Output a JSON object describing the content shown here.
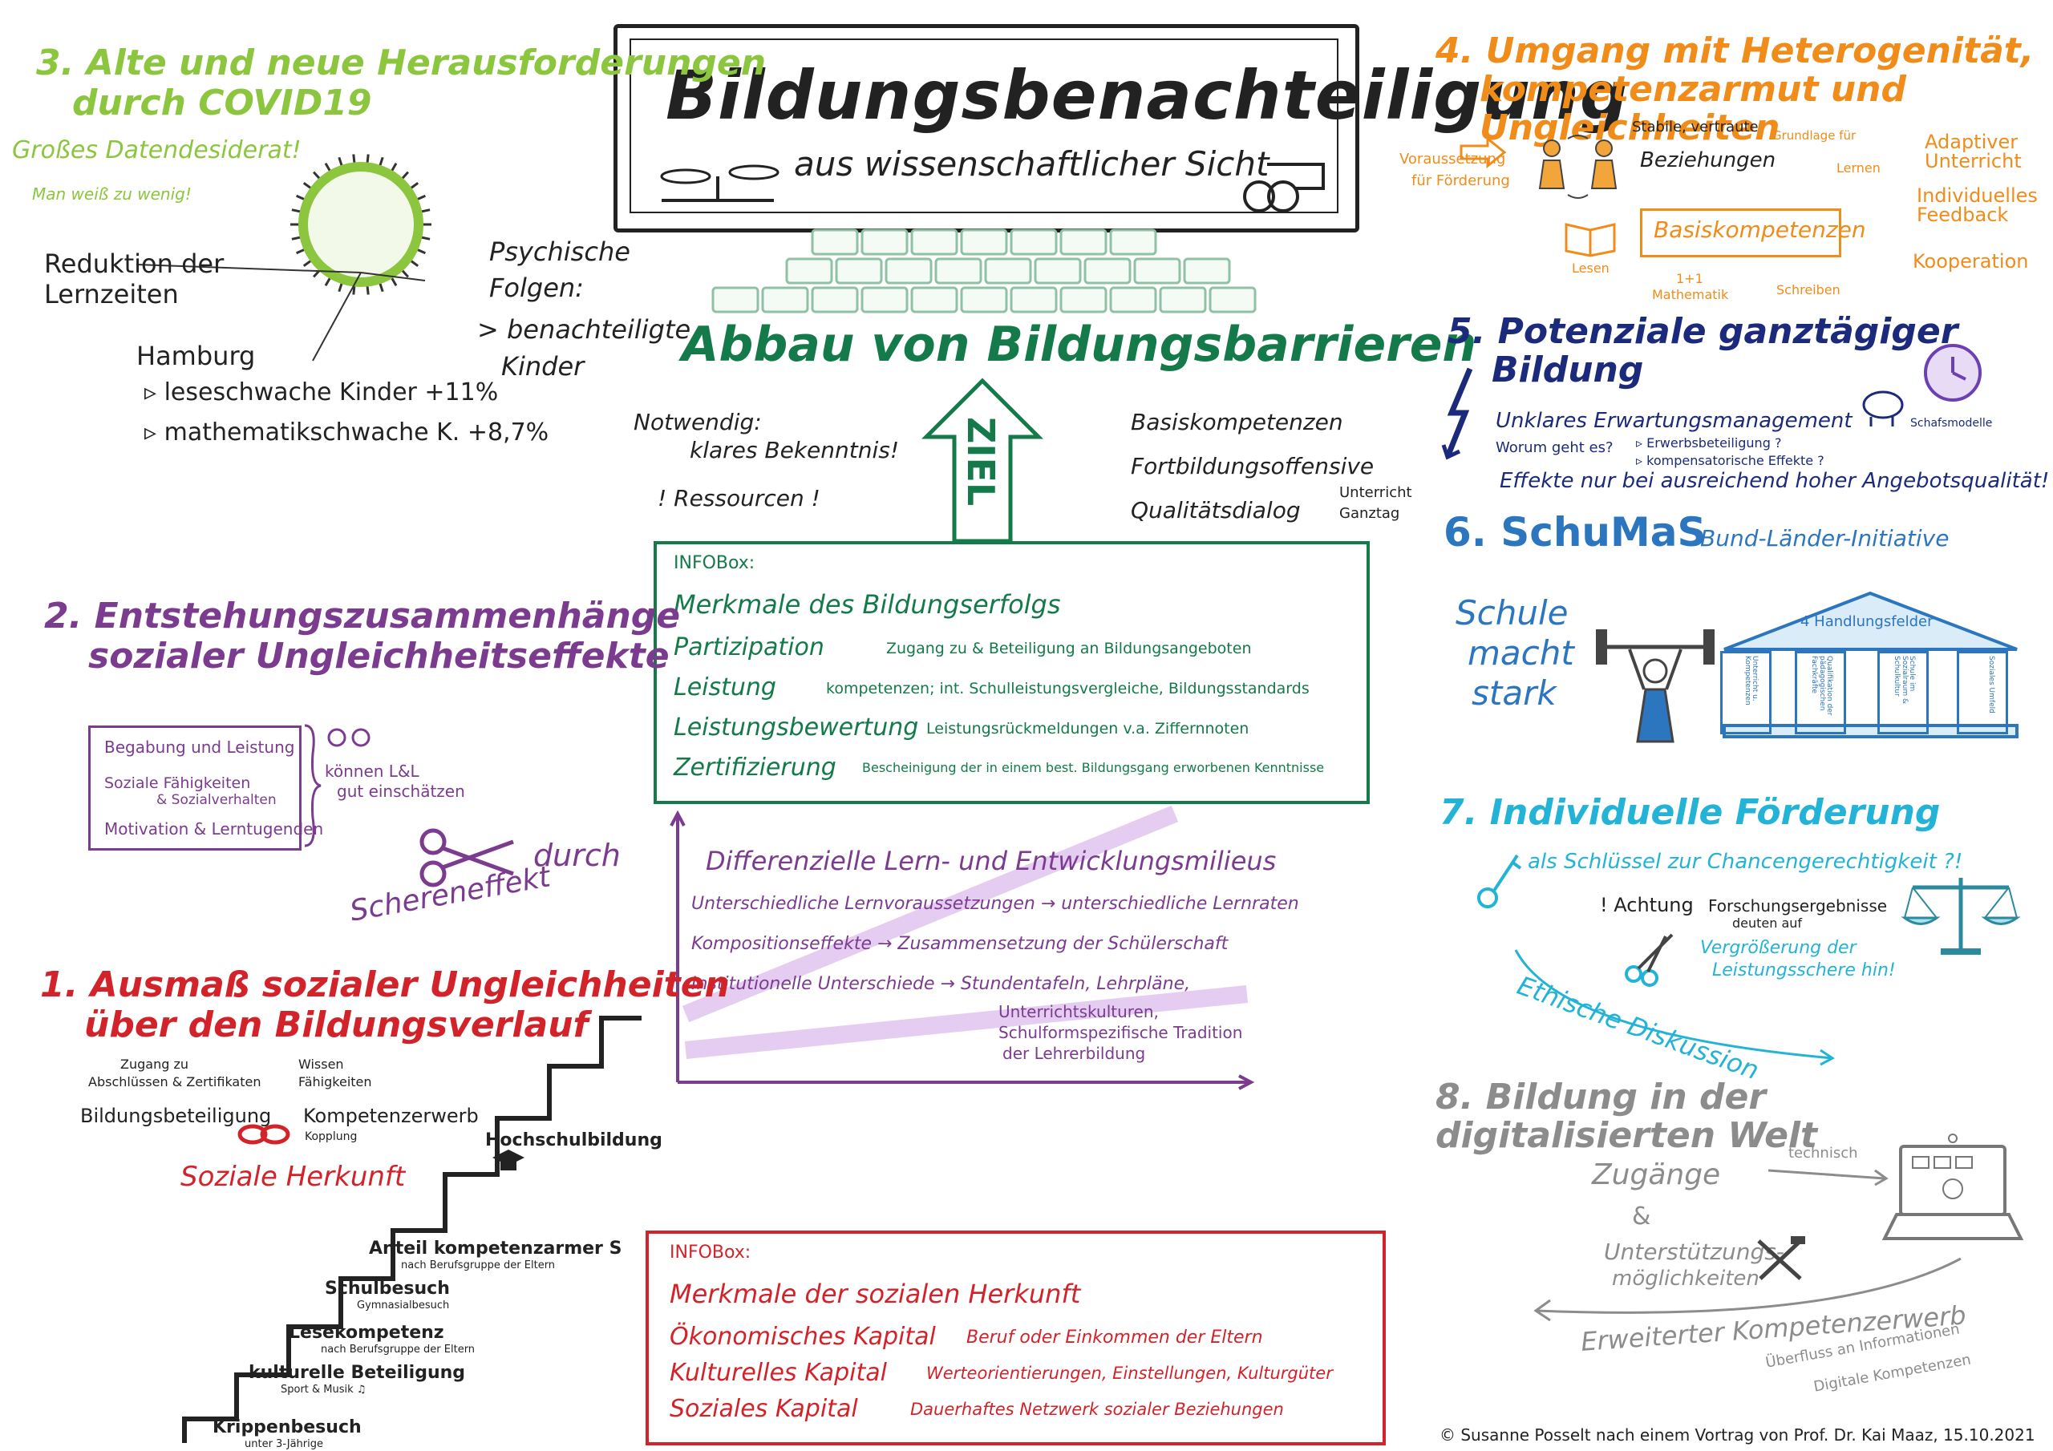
{
  "title": {
    "main": "Bildungsbenachteiligung",
    "sub": "aus wissenschaftlicher Sicht"
  },
  "center": {
    "banner": "Abbau von Bildungsbarrieren",
    "arrow_label": "ZIEL",
    "left_notes": [
      "Notwendig:",
      "klares Bekenntnis!",
      "! Ressourcen !"
    ],
    "right_notes": [
      "Basiskompetenzen",
      "Fortbildungsoffensive",
      "Qualitätsdialog"
    ],
    "qualitaet_sub": [
      "Unterricht",
      "Ganztag"
    ]
  },
  "infobox_green": {
    "label": "INFOBox:",
    "heading": "Merkmale des Bildungserfolgs",
    "items": [
      {
        "term": "Partizipation",
        "desc": "Zugang zu & Beteiligung an Bildungsangeboten"
      },
      {
        "term": "Leistung",
        "desc": "kompetenzen; int. Schulleistungsvergleiche, Bildungsstandards"
      },
      {
        "term": "Leistungsbewertung",
        "desc": "Leistungsrückmeldungen v.a. Ziffernnoten"
      },
      {
        "term": "Zertifizierung",
        "desc": "Bescheinigung der in einem best. Bildungsgang erworbenen Kenntnisse"
      }
    ]
  },
  "milieus": {
    "heading": "Differenzielle Lern- und Entwicklungsmilieus",
    "rows": [
      "Unterschiedliche Lernvoraussetzungen → unterschiedliche Lernraten",
      "Kompositionseffekte → Zusammensetzung der Schülerschaft",
      "Institutionelle Unterschiede → Stundentafeln, Lehrpläne,"
    ],
    "extra": [
      "Unterrichtskulturen,",
      "Schulformspezifische Tradition",
      "der Lehrerbildung"
    ]
  },
  "infobox_red": {
    "label": "INFOBox:",
    "heading": "Merkmale der sozialen Herkunft",
    "items": [
      {
        "term": "Ökonomisches Kapital",
        "desc": "Beruf oder Einkommen der Eltern"
      },
      {
        "term": "Kulturelles Kapital",
        "desc": "Werteorientierungen, Einstellungen, Kulturgüter"
      },
      {
        "term": "Soziales Kapital",
        "desc": "Dauerhaftes Netzwerk sozialer Beziehungen"
      }
    ]
  },
  "s3": {
    "title": [
      "3. Alte und neue Herausforderungen",
      "durch COVID19"
    ],
    "note1": "Großes Datendesiderat!",
    "note2": "Man weiß zu wenig!",
    "reduction": [
      "Reduktion der",
      "Lernzeiten"
    ],
    "psych": [
      "Psychische",
      "Folgen:",
      "> benachteiligte",
      "Kinder"
    ],
    "hamburg": "Hamburg",
    "hamburg_items": [
      "▹ leseschwache Kinder +11%",
      "▹ mathematikschwache K. +8,7%"
    ]
  },
  "s2": {
    "title": [
      "2. Entstehungszusammenhänge",
      "sozialer Ungleichheitseffekte"
    ],
    "box_items": [
      "Begabung und Leistung",
      "Soziale Fähigkeiten",
      "& Sozialverhalten",
      "Motivation & Lerntugenden"
    ],
    "side_note": [
      "können L&L",
      "gut einschätzen"
    ],
    "scissors": "Schereneffekt",
    "durch": "durch"
  },
  "s1": {
    "title": [
      "1. Ausmaß sozialer Ungleichheiten",
      "über den Bildungsverlauf"
    ],
    "top_left": [
      "Zugang zu",
      "Abschlüssen & Zertifikaten"
    ],
    "top_right": [
      "Wissen",
      "Fähigkeiten"
    ],
    "beteiligung": "Bildungsbeteiligung",
    "kompetenz": "Kompetenzerwerb",
    "kopplung": "Kopplung",
    "herkunft": "Soziale Herkunft",
    "steps": [
      {
        "label": "Hochschulbildung",
        "sub": ""
      },
      {
        "label": "Anteil kompetenzarmer S",
        "sub": "nach Berufsgruppe der Eltern"
      },
      {
        "label": "Schulbesuch",
        "sub": "Gymnasialbesuch"
      },
      {
        "label": "Lesekompetenz",
        "sub": "nach Berufsgruppe der Eltern"
      },
      {
        "label": "kulturelle Beteiligung",
        "sub": "Sport & Musik ♫"
      },
      {
        "label": "Krippenbesuch",
        "sub": "unter 3-Jährige"
      }
    ]
  },
  "s4": {
    "title": [
      "4. Umgang mit Heterogenität,",
      "kompetenzarmut und Ungleichheiten"
    ],
    "voraussetzung": [
      "Voraussetzung",
      "für Förderung"
    ],
    "stabile": "Stabile, vertraute",
    "beziehungen": "Beziehungen",
    "grundlage": "Grundlage für",
    "lernen": "Lernen",
    "basis": "Basiskompetenzen",
    "lesen": "Lesen",
    "mathe": [
      "1+1",
      "Mathematik"
    ],
    "schreiben": "Schreiben",
    "right": [
      "Adaptiver Unterricht",
      "Individuelles Feedback",
      "Kooperation"
    ]
  },
  "s5": {
    "title": [
      "5. Potenziale ganztägiger",
      "Bildung"
    ],
    "unklar": "Unklares Erwartungsmanagement",
    "worum": "Worum geht es?",
    "sub": [
      "▹ Erwerbsbeteiligung ?",
      "▹ kompensatorische Effekte ?"
    ],
    "schaf": "Schafsmodelle",
    "effekt": "Effekte nur bei ausreichend hoher Angebotsqualität!"
  },
  "s6": {
    "title": "6. SchuMaS",
    "sub": "Bund-Länder-Initiative",
    "left": [
      "Schule",
      "macht",
      "stark"
    ],
    "roof": "4 Handlungsfelder",
    "pillars": [
      "Unterricht u. Kompetenzen",
      "Qualifikation der pädagogischen Fachkräfte",
      "Schule im Sozialraum & Schulkultur",
      "Soziales Umfeld"
    ]
  },
  "s7": {
    "title": "7. Individuelle Förderung",
    "sub": "als Schlüssel zur Chancengerechtigkeit ?!",
    "achtung": "! Achtung",
    "forschung": [
      "Forschungsergebnisse",
      "deuten auf"
    ],
    "vergr": [
      "Vergrößerung der",
      "Leistungsschere hin!"
    ],
    "ethik": "Ethische Diskussion"
  },
  "s8": {
    "title": "8. Bildung in der digitalisierten Welt",
    "zugaenge": "Zugänge",
    "und": "&",
    "unterst": [
      "Unterstützungs-",
      "möglichkeiten"
    ],
    "technisch": "technisch",
    "erweitert": "Erweiterter Kompetenzerwerb",
    "ueberfluss": [
      "Überfluss an Informationen",
      "Digitale Kompetenzen"
    ]
  },
  "credit": "© Susanne Posselt nach einem Vortrag von Prof. Dr. Kai Maaz, 15.10.2021"
}
